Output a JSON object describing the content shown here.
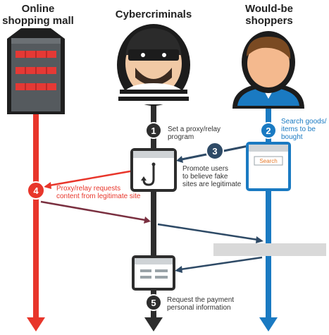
{
  "headings": {
    "mall": [
      "Online",
      "shopping mall"
    ],
    "criminals": "Cybercriminals",
    "shoppers": [
      "Would-be",
      "shoppers"
    ]
  },
  "steps": [
    {
      "number": "1",
      "text": [
        "Set a proxy/relay",
        "program"
      ]
    },
    {
      "number": "2",
      "text": [
        "Search goods/",
        "items to be",
        "bought"
      ]
    },
    {
      "number": "3",
      "text": []
    },
    {
      "number": "4",
      "text": [
        "Proxy/relay requests",
        "content from legitimate site"
      ]
    },
    {
      "number": "5",
      "text": [
        "Request the payment",
        "personal information"
      ]
    }
  ],
  "popup": {
    "text": [
      "Promote users",
      "to believe fake",
      "sites are legitimate"
    ]
  },
  "search_window": {
    "label": "Search"
  },
  "icons": {
    "mall": "shopping-mall-building-icon",
    "criminal": "masked-criminal-icon",
    "shopper": "shopper-person-icon",
    "hook": "hook-icon",
    "payment_form": "payment-form-icon"
  },
  "colors": {
    "mall": "#e8362b",
    "criminal": "#2d2d2d",
    "shopper": "#1a7ac2",
    "step_badge_dark": "#2e4a66"
  }
}
